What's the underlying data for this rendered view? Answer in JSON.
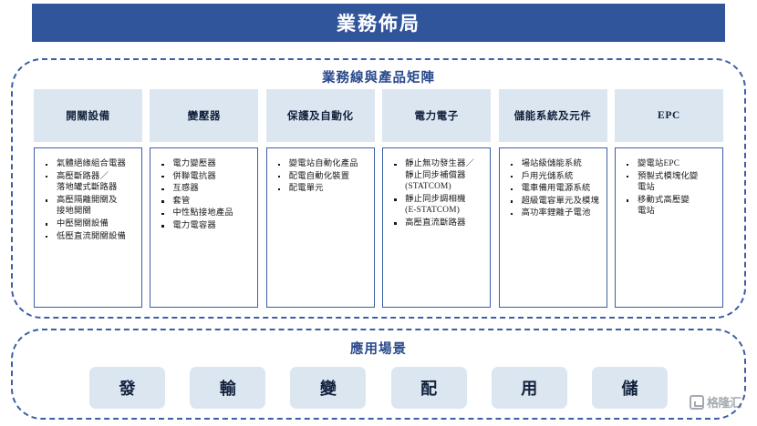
{
  "header": {
    "title": "業務佈局",
    "background_color": "#31559b",
    "text_color": "#ffffff"
  },
  "colors": {
    "accent_blue": "#3b5ea4",
    "header_navy": "#31559b",
    "chip_fill": "#dce6f1",
    "heading_text": "#2a4a8c"
  },
  "matrix_section": {
    "heading": "業務線與產品矩陣",
    "columns": [
      {
        "header": "開關設備",
        "items": [
          "氣體絕緣組合電器",
          "高壓斷路器／\n落地罐式斷路器",
          "高壓隔離開關及\n接地開關",
          "中壓開關設備",
          "低壓直流開關設備"
        ]
      },
      {
        "header": "變壓器",
        "items": [
          "電力變壓器",
          "併聯電抗器",
          "互感器",
          "套管",
          "中性點接地產品",
          "電力電容器"
        ]
      },
      {
        "header": "保護及自動化",
        "items": [
          "變電站自動化產品",
          "配電自動化裝置",
          "配電單元"
        ]
      },
      {
        "header": "電力電子",
        "items": [
          "靜止無功發生器／\n靜止同步補償器\n(STATCOM)",
          "靜止同步調相機\n(E-STATCOM)",
          "高壓直流斷路器"
        ]
      },
      {
        "header": "儲能系統及元件",
        "items": [
          "場站級儲能系統",
          "戶用光儲系統",
          "電車備用電源系統",
          "超級電容單元及模塊",
          "高功率鋰離子電池"
        ]
      },
      {
        "header": "EPC",
        "items": [
          "變電站EPC",
          "預製式模塊化變\n電站",
          "移動式高壓變\n電站"
        ]
      }
    ]
  },
  "scenario_section": {
    "heading": "應用場景",
    "chips": [
      "發",
      "輸",
      "變",
      "配",
      "用",
      "儲"
    ]
  },
  "watermark": {
    "text": "格隆汇",
    "icon": "gelonghui-logo-icon"
  }
}
